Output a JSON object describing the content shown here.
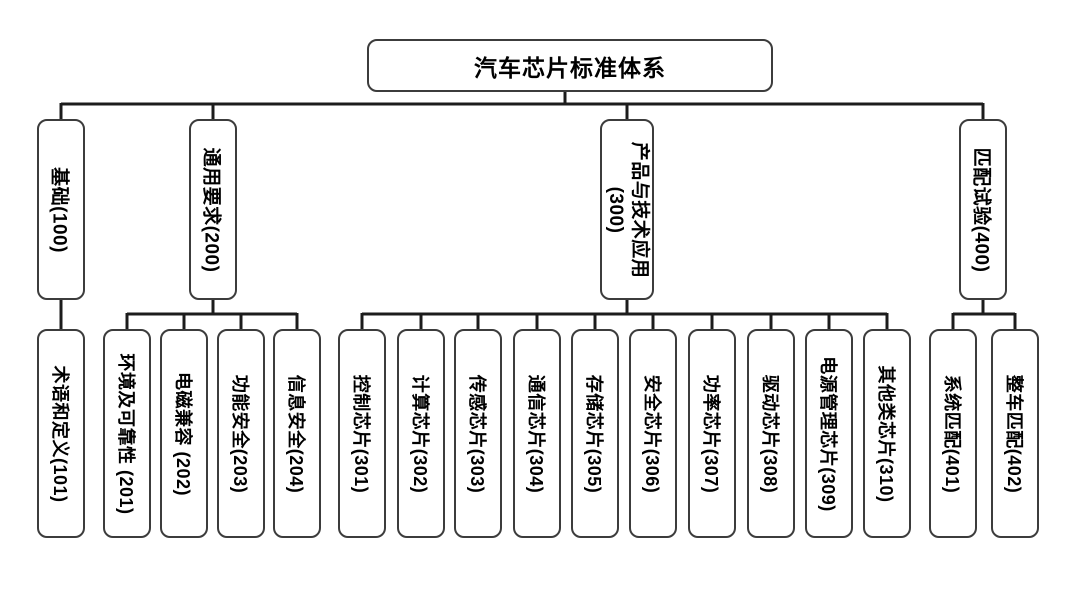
{
  "diagram": {
    "root_label": "汽车芯片标准体系",
    "branches": [
      {
        "id": "100",
        "label": "基础(100)",
        "children": [
          "术语和定义(101)"
        ]
      },
      {
        "id": "200",
        "label": "通用要求(200)",
        "children": [
          "环境及可靠性 (201)",
          "电磁兼容 (202)",
          "功能安全(203)",
          "信息安全(204)"
        ]
      },
      {
        "id": "300",
        "label_lines": [
          "产品与技术应用",
          "(300)"
        ],
        "children": [
          "控制芯片(301)",
          "计算芯片(302)",
          "传感芯片(303)",
          "通信芯片(304)",
          "存储芯片(305)",
          "安全芯片(306)",
          "功率芯片(307)",
          "驱动芯片(308)",
          "电源管理芯片(309)",
          "其他类芯片(310)"
        ]
      },
      {
        "id": "400",
        "label": "匹配试验(400)",
        "children": [
          "系统匹配(401)",
          "整车匹配(402)"
        ]
      }
    ],
    "colors": {
      "background": "#ffffff",
      "box_border": "#3c3c3c",
      "connector_line": "#1c1c1c",
      "text": "#000000"
    }
  }
}
